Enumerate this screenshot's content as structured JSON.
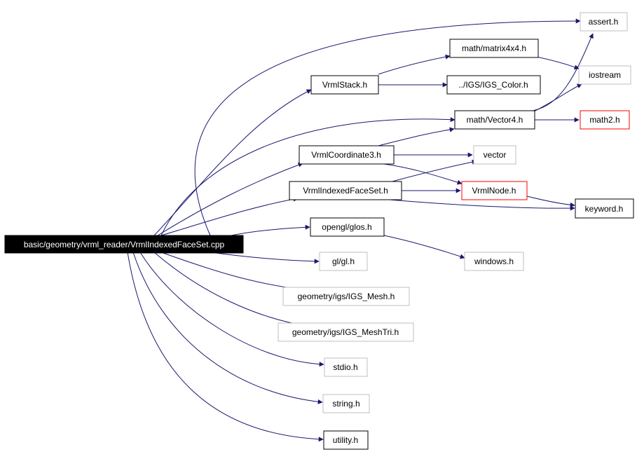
{
  "nodes": {
    "root": {
      "label": "basic/geometry/vrml_reader/VrmlIndexedFaceSet.cpp",
      "style": "root"
    },
    "assert": {
      "label": "assert.h",
      "style": "gray"
    },
    "matrix4x4": {
      "label": "math/matrix4x4.h",
      "style": "black"
    },
    "vrmlstack": {
      "label": "VrmlStack.h",
      "style": "black"
    },
    "igscolor": {
      "label": "../IGS/IGS_Color.h",
      "style": "black"
    },
    "iostream": {
      "label": "iostream",
      "style": "gray"
    },
    "vector4": {
      "label": "math/Vector4.h",
      "style": "black"
    },
    "math2": {
      "label": "math2.h",
      "style": "red"
    },
    "vrmlcoord": {
      "label": "VrmlCoordinate3.h",
      "style": "black"
    },
    "vector": {
      "label": "vector",
      "style": "gray"
    },
    "vrmlifs": {
      "label": "VrmlIndexedFaceSet.h",
      "style": "black"
    },
    "vrmlnode": {
      "label": "VrmlNode.h",
      "style": "red"
    },
    "keyword": {
      "label": "keyword.h",
      "style": "black"
    },
    "glos": {
      "label": "opengl/glos.h",
      "style": "black"
    },
    "windows": {
      "label": "windows.h",
      "style": "gray"
    },
    "gl": {
      "label": "gl/gl.h",
      "style": "gray"
    },
    "igsmesh": {
      "label": "geometry/igs/IGS_Mesh.h",
      "style": "gray"
    },
    "igsmeshtri": {
      "label": "geometry/igs/IGS_MeshTri.h",
      "style": "gray"
    },
    "stdio": {
      "label": "stdio.h",
      "style": "gray"
    },
    "string": {
      "label": "string.h",
      "style": "gray"
    },
    "utility": {
      "label": "utility.h",
      "style": "black"
    }
  },
  "colors": {
    "edge": "#191970",
    "root_fill": "#000000",
    "root_text": "#ffffff",
    "border_black": "#000000",
    "border_gray": "#bfbfbf",
    "border_red": "#ff0000"
  }
}
